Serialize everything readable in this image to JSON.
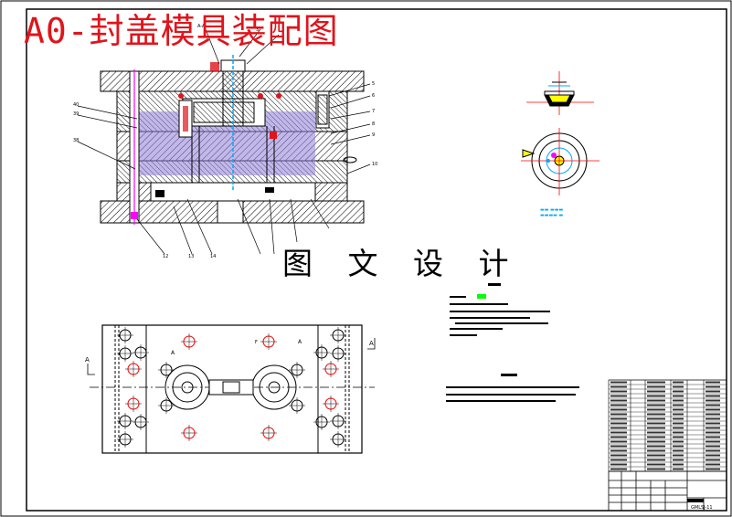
{
  "title": "A0-封盖模具装配图",
  "watermark": "图 文 设 计",
  "section_labels": {
    "left_a": "A",
    "a_small": "A",
    "a_right": "A",
    "arrow_a": "A",
    "right_a": "A"
  },
  "callouts_top": [
    "3",
    "A-A"
  ],
  "callouts_right": [
    "5",
    "6",
    "7",
    "8",
    "9",
    "10"
  ],
  "callouts_left": [
    "40",
    "39",
    "38"
  ],
  "callouts_bottom": [
    "12",
    "13",
    "14"
  ],
  "colors": {
    "title": "#e0141b",
    "part_red": "#ff0000",
    "part_magenta": "#ff00ff",
    "part_yellow": "#ffff00",
    "part_green": "#00ff00",
    "part_cyan": "#00aaff",
    "hatch": "#000000"
  },
  "title_block": {
    "drawing_no": "GMLSJ-11"
  }
}
